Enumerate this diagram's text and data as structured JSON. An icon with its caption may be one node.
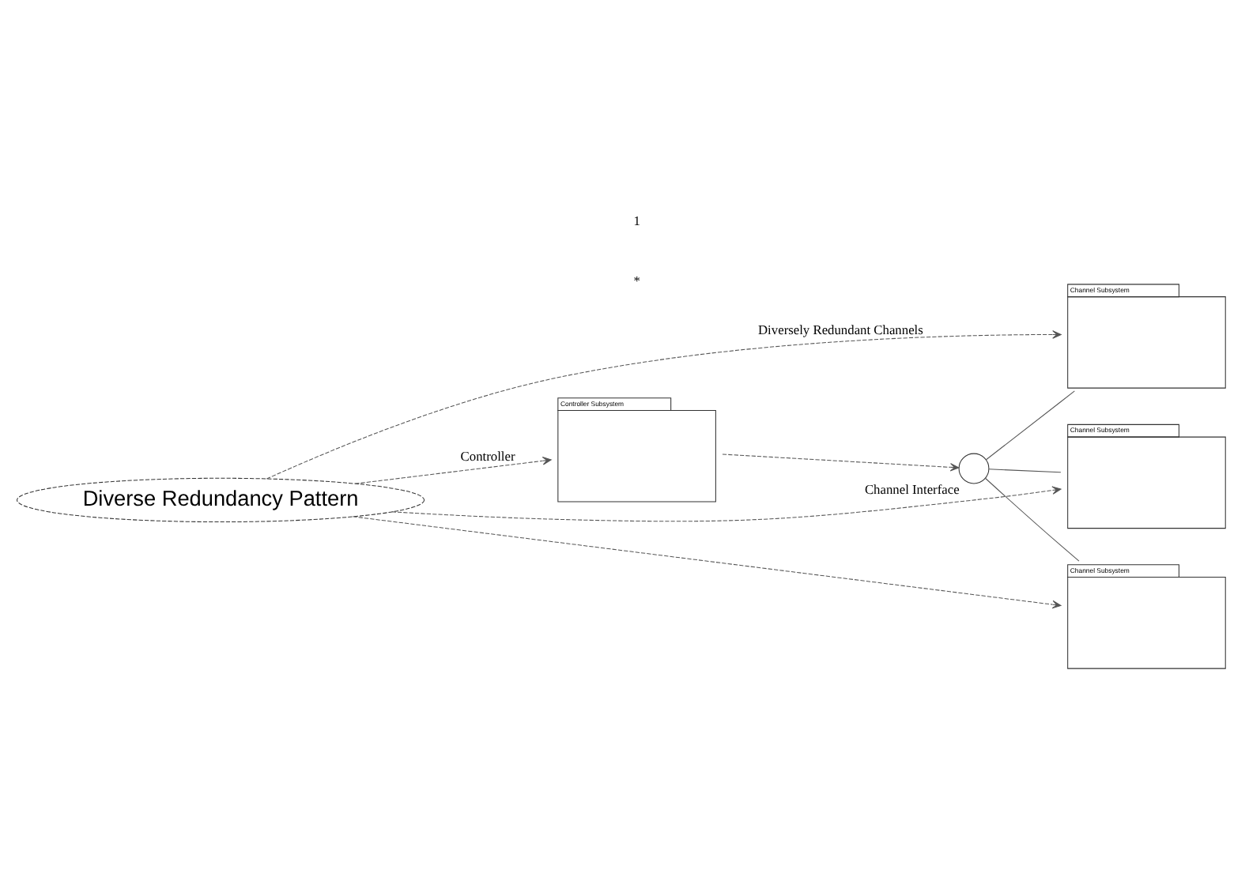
{
  "diagram": {
    "nodes": [
      {
        "text": [
          "Diverse Redundancy Pattern"
        ]
      },
      {
        "text": [
          "Controller Subsystem"
        ]
      },
      {
        "text": [],
        "shape": "circle",
        "beside": [
          "Channel Interface"
        ]
      },
      {
        "text": [
          "Channel Subsystem"
        ]
      },
      {
        "text": [
          "Channel Subsystem"
        ]
      },
      {
        "text": [
          "Channel Subsystem"
        ]
      }
    ],
    "edges": [
      {
        "from": 0,
        "to": 1,
        "arrow": "to",
        "style": "dashed",
        "label": "Controller"
      },
      {
        "from": 0,
        "to": 3,
        "arrow": "to",
        "style": "dashed",
        "label": "Diversely Redundant Channels"
      },
      {
        "from": 0,
        "to": 4,
        "arrow": "to",
        "style": "dashed"
      },
      {
        "from": 0,
        "to": 5,
        "arrow": "to",
        "style": "dashed"
      },
      {
        "from": 1,
        "to": 2,
        "arrow": "to",
        "style": "dashed"
      },
      {
        "from": 2,
        "to": 3,
        "arrow": "none"
      },
      {
        "from": 2,
        "to": 4,
        "arrow": "none"
      },
      {
        "from": 2,
        "to": 5,
        "arrow": "none"
      }
    ],
    "labels": [
      "*",
      "1"
    ]
  }
}
